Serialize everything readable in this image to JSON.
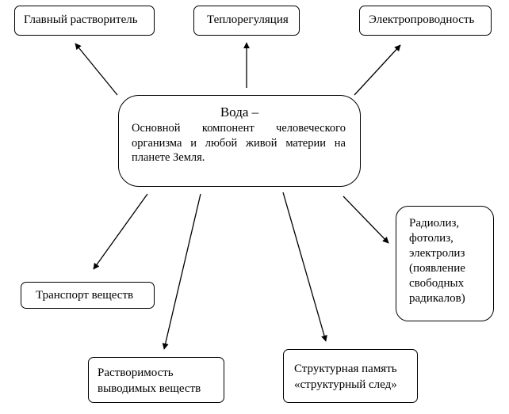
{
  "center": {
    "title": "Вода –",
    "description": "Основной компонент человеческого организма и любой живой материи на планете Земля."
  },
  "properties": {
    "solvent": "Главный растворитель",
    "thermoregulation": "Теплорегуляция",
    "conductivity": "Электропроводность",
    "radicals": "Радиолиз,\nфотолиз,\nэлектролиз\n(появление\nсвободных\nрадикалов)",
    "transport": "Транспорт веществ",
    "solubility": "Растворимость\nвыводимых веществ",
    "memory": "Структурная  память\n«структурный след»"
  }
}
